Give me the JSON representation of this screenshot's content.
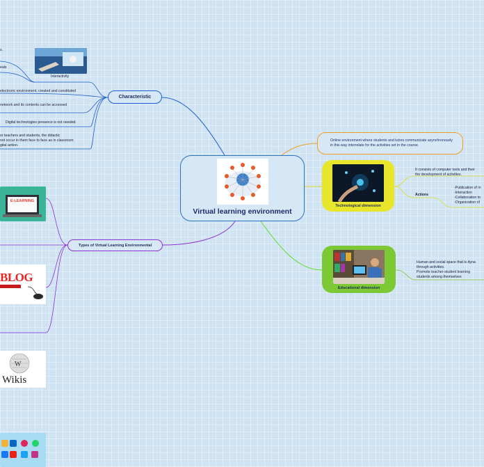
{
  "central": {
    "title": "Virtual learning environment",
    "image": "network-people-icon"
  },
  "characteristic": {
    "label": "Characteristic",
    "image_caption": "Interactivity",
    "items": [
      "s.",
      "eals",
      "electronic environment; created and constituted",
      "network and its contents can be accessed",
      "Digital technologies presence is not needed.",
      "or teachers and students, the didactic",
      "not occur in them face to face as in classroom",
      "gital action."
    ]
  },
  "types": {
    "label": "Types of Virtual Learning Environmental",
    "images": [
      "e-learning-laptop-image",
      "blog-sign-image",
      "wikipedia-wikis-logo",
      "social-media-icons-image"
    ],
    "blog_text": "BLOG",
    "elearning_text": "E-LEARNING",
    "wikis_text": "Wikis"
  },
  "online": {
    "text": "Online environment where students and tutors communicate asynchronously in this way interrelate for the activities set in the course."
  },
  "technological": {
    "label": "Technological dimension",
    "desc_line1": "It consists of computer tools and their",
    "desc_line2": "the development of activities.",
    "actions_label": "Actions",
    "actions": [
      "-Publication of m",
      "-Interaction",
      "-Collaboration to",
      "-Organization of"
    ]
  },
  "educational": {
    "label": "Educational dimension",
    "desc": [
      "Human and social space that is dyna",
      "through activities.",
      "Promote teacher-student learning",
      "students among themselves"
    ]
  },
  "colors": {
    "characteristic": "#1f5fd0",
    "types": "#8b2fd6",
    "online": "#f0a020",
    "technological": "#e8e62a",
    "educational": "#7cc835"
  }
}
